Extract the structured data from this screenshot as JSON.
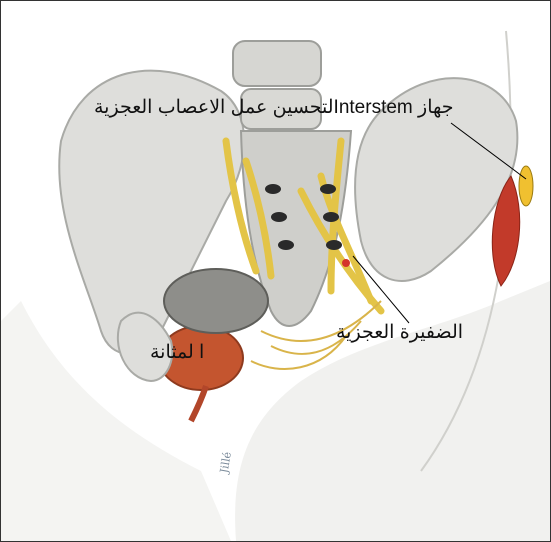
{
  "labels": {
    "device": "جهاز Interstemلتحسين عمل الاعصاب العجزية",
    "sacral_plexus": "الضفيرة العجزية",
    "bladder": "ا لمثانة"
  },
  "signature": "Jillé",
  "colors": {
    "bone": "#d9d9d6",
    "bone_shadow": "#a9aaa6",
    "nerve": "#e8c84a",
    "bladder": "#c0552f",
    "organ_gray": "#8c8c88",
    "muscle": "#c23a2a",
    "device": "#f0c030"
  }
}
